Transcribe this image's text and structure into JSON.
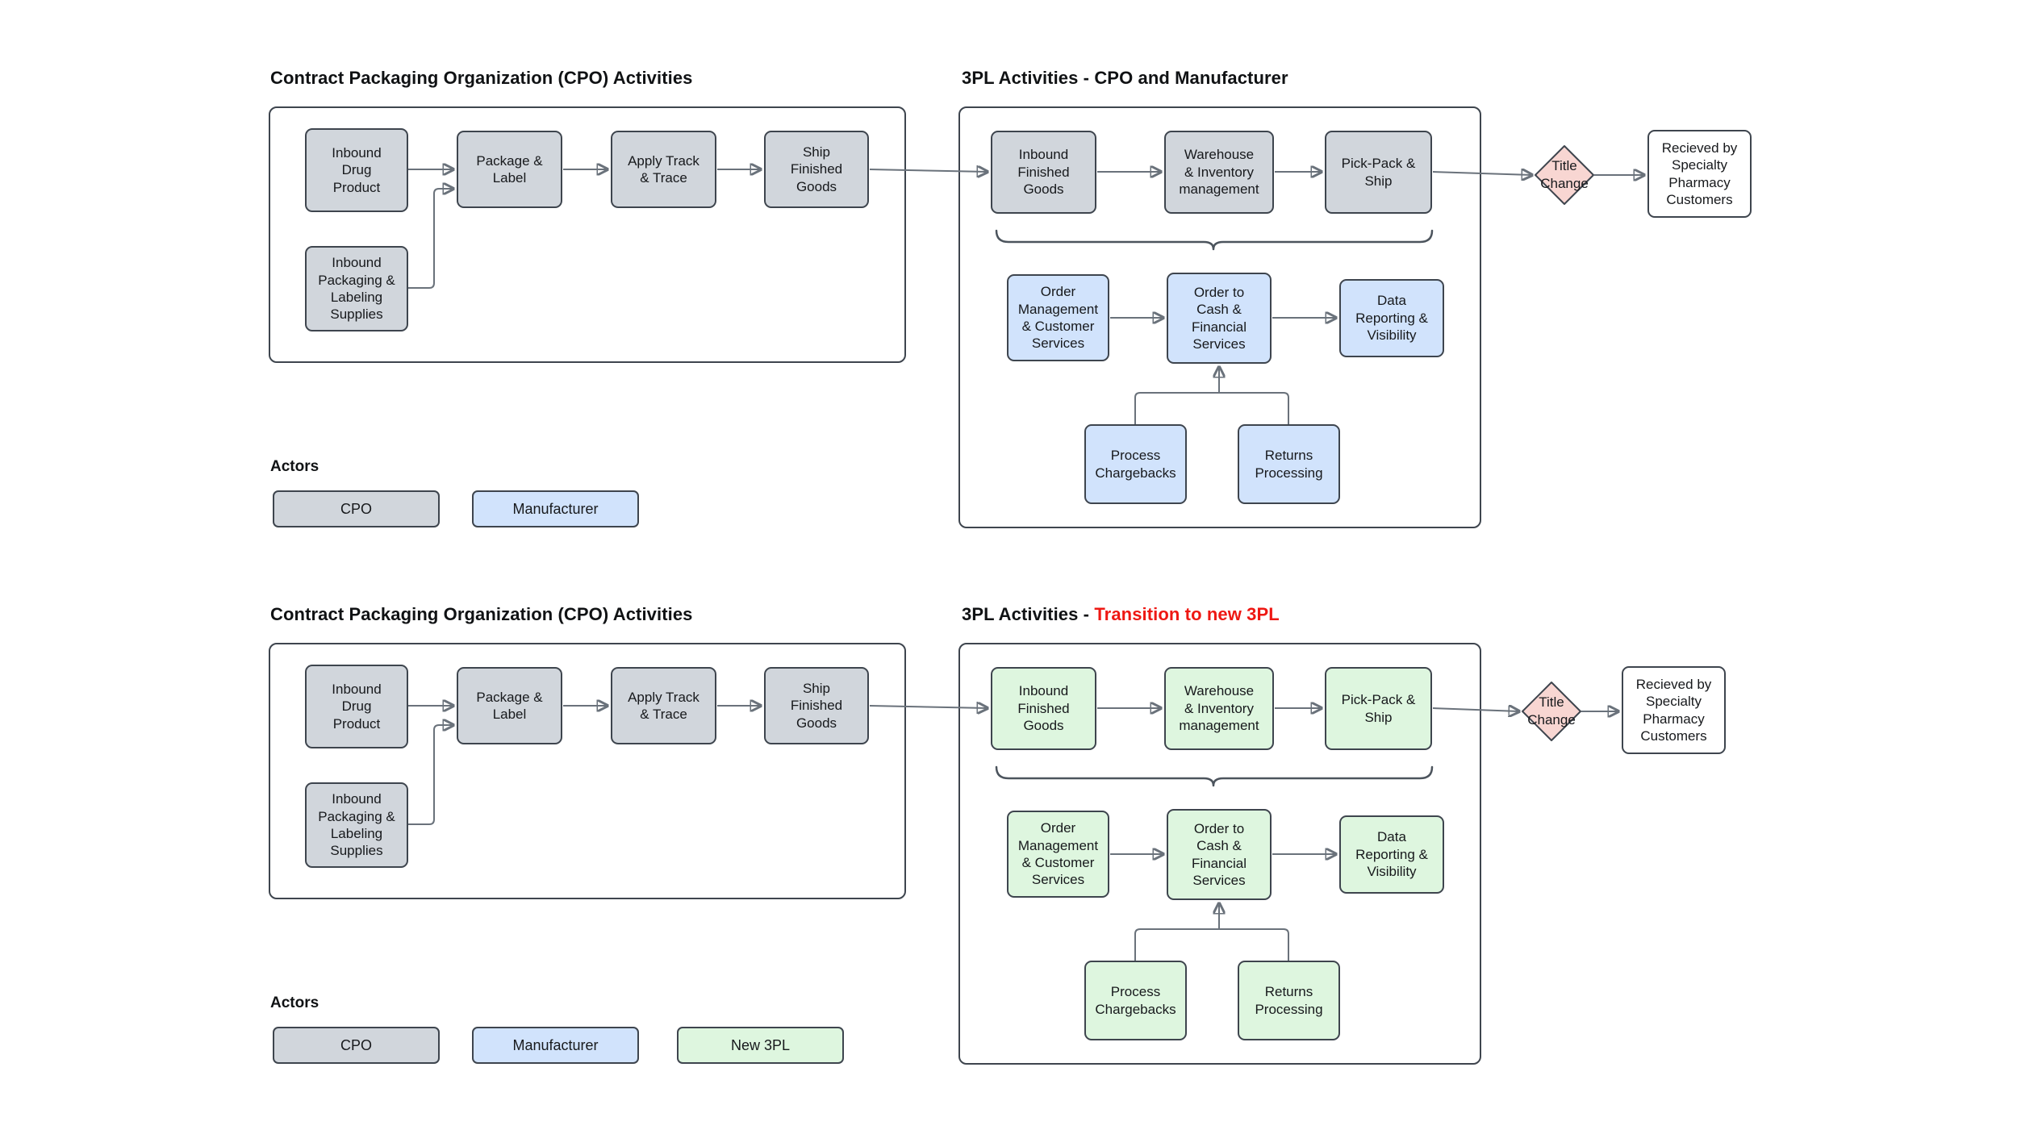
{
  "palette": {
    "gray": "#d1d6dc",
    "blue": "#d1e3fc",
    "green": "#def6df",
    "pink": "#f8d6d2",
    "border": "#3e454e",
    "line": "#6a727b",
    "arrow": "#353c45",
    "brace": "#4c545d",
    "red": "#ee1813",
    "text": "#17191c"
  },
  "top": {
    "cpo": {
      "title": "Contract Packaging Organization (CPO) Activities",
      "inbound_drug": "Inbound\nDrug\nProduct",
      "inbound_packaging": "Inbound\nPackaging &\nLabeling\nSupplies",
      "package_label": "Package &\nLabel",
      "apply_track": "Apply Track\n& Trace",
      "ship_finished": "Ship\nFinished\nGoods"
    },
    "tpl": {
      "title": "3PL Activities - CPO and Manufacturer",
      "inbound_finished": "Inbound\nFinished\nGoods",
      "warehouse": "Warehouse\n& Inventory\nmanagement",
      "pick_pack": "Pick-Pack &\nShip",
      "order_mgmt": "Order\nManagement\n& Customer\nServices",
      "order_cash": "Order to\nCash &\nFinancial\nServices",
      "data_reporting": "Data\nReporting &\nVisibility",
      "process_chargebacks": "Process\nChargebacks",
      "returns": "Returns\nProcessing"
    },
    "title_change": "Title\nChange",
    "received": "Recieved by\nSpecialty\nPharmacy\nCustomers",
    "actors_label": "Actors",
    "actors": [
      {
        "label": "CPO"
      },
      {
        "label": "Manufacturer"
      }
    ]
  },
  "bottom": {
    "cpo": {
      "title": "Contract Packaging Organization (CPO) Activities",
      "inbound_drug": "Inbound\nDrug\nProduct",
      "inbound_packaging": "Inbound\nPackaging &\nLabeling\nSupplies",
      "package_label": "Package &\nLabel",
      "apply_track": "Apply Track\n& Trace",
      "ship_finished": "Ship\nFinished\nGoods"
    },
    "tpl": {
      "title_prefix": "3PL Activities - ",
      "title_highlight": "Transition to new 3PL",
      "inbound_finished": "Inbound\nFinished\nGoods",
      "warehouse": "Warehouse\n& Inventory\nmanagement",
      "pick_pack": "Pick-Pack &\nShip",
      "order_mgmt": "Order\nManagement\n& Customer\nServices",
      "order_cash": "Order to\nCash &\nFinancial\nServices",
      "data_reporting": "Data\nReporting &\nVisibility",
      "process_chargebacks": "Process\nChargebacks",
      "returns": "Returns\nProcessing"
    },
    "title_change": "Title\nChange",
    "received": "Recieved by\nSpecialty\nPharmacy\nCustomers",
    "actors_label": "Actors",
    "actors": [
      {
        "label": "CPO"
      },
      {
        "label": "Manufacturer"
      },
      {
        "label": "New 3PL"
      }
    ]
  }
}
